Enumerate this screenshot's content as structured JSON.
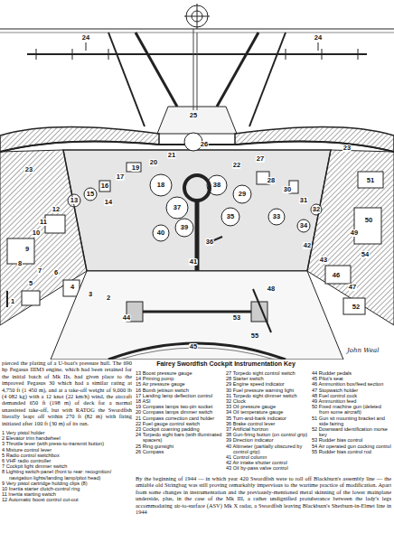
{
  "diagram": {
    "title": "Fairey Swordfish Cockpit Instrumentation Key",
    "labels": [
      "24",
      "24",
      "25",
      "23",
      "23",
      "26",
      "21",
      "22",
      "27",
      "20",
      "19",
      "18",
      "17",
      "16",
      "15",
      "14",
      "13",
      "12",
      "11",
      "10",
      "9",
      "8",
      "7",
      "6",
      "5",
      "4",
      "3",
      "2",
      "1",
      "28",
      "29",
      "30",
      "31",
      "32",
      "33",
      "34",
      "35",
      "36",
      "37",
      "38",
      "39",
      "40",
      "41",
      "42",
      "43",
      "44",
      "45",
      "46",
      "47",
      "48",
      "49",
      "50",
      "51",
      "52",
      "53",
      "54",
      "55",
      "1 Very pistol holder",
      "2 Elevator trim handwheel",
      "3 Throttle lever (with press-to-transmit button)",
      "4 Mixture control lever",
      "5 Radio control switchbox",
      "6 VHF radio controller",
      "7 Cockpit light dimmer switch",
      "8 Lighting switch-panel (front to rear: recognition/ navigation lights/landing lamp/pitot head)",
      "9 Very pistol cartridge holding clips (8)",
      "10 Inertia starter clutch-control ring",
      "11 Inertia starting switch",
      "12 Automatic boost control cut-out",
      "13 Boost pressure gauge",
      "14 Priming pump",
      "15 Air pressure gauge",
      "16 Bomb jettison switch",
      "17 Landing lamp deflection control",
      "18 ASI",
      "19 Compass lamps two-pin socket",
      "20 Compass lamps dimmer switch",
      "21 Compass correction card holder",
      "22 Fuel gauge control switch",
      "23 Cockpit coaming padding",
      "24 Torpedo sight bars (with illuminated spacers)",
      "25 Ring gunsight",
      "26 Compass",
      "27 Torpedo sight control switch",
      "28 Starter switch",
      "29 Engine speed indicator",
      "30 Fuel pressure warning light",
      "31 Torpedo sight dimmer switch",
      "32 Clock",
      "33 Oil pressure gauge",
      "34 Oil temperature gauge",
      "35 Turn-and-bank indicator",
      "36 Brake control lever",
      "37 Artificial horizon",
      "38 Gun-firing button (on control grip)",
      "39 Direction indicator",
      "40 Altimeter (partially obscured by control grip)",
      "41 Control column",
      "42 Air intake shutter control",
      "43 Oil by-pass valve control",
      "44 Rudder pedals",
      "45 Pilot's seat",
      "46 Ammunition box/feed section",
      "47 Stopwatch holder",
      "48 Fuel control cock",
      "49 Ammunition feed",
      "50 Fixed machine gun (deleted from some aircraft)",
      "51 Gun sit mounting bracket and side fairing",
      "52 Downward identification morse key",
      "53 Rudder bias control",
      "54 Air operated gun cocking control",
      "55 Rudder bias control rod",
      "pierced the plating of a U-boat's pressure hull. The 690 hp Pegasus IIIM3 engine, which had been retained for the initial batch of Mk IIs, had given place to the improved Pegasus 30 which had a similar rating at 4,750 ft (1 450 m), and at a take-off weight of 9,000 lb (4 082 kg) with a 12 knot (22 km/h) wind, the aircraft demanded 650 ft (198 m) of deck for a normal unassisted take-off, but with RATOG the Swordfish literally leapt off within 270 ft (82 m) with firing initiated after 100 ft (30 m) of its run.",
      "By the beginning of 1944 — in which year 420 Swordfish were to roll off Blackburn's assembly line — the amiable old Stringbag was still proving remarkably impervious to the wartime practice of modification. Apart from some changes in instrumentation and the previously-mentioned metal skinning of the lower mainplane underside, plus, in the case of the Mk III, a rather undignified protuberance between the lady's legs accommodating air-to-surface (ASV) Mk X radar, a Swordfish leaving Blackburn's Sherburn-in-Elmet line in 1944",
      "John Weal"
    ]
  }
}
